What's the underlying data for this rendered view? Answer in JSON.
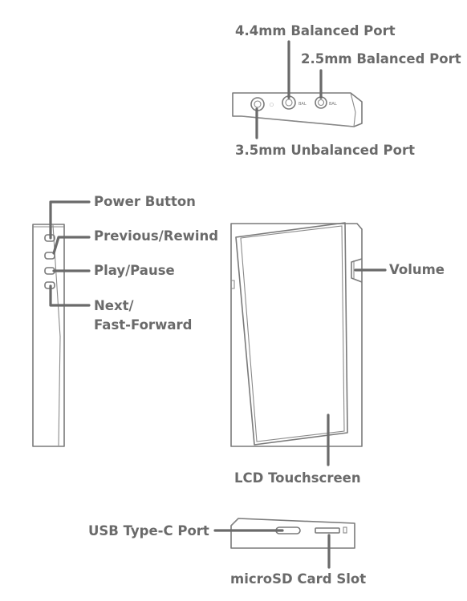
{
  "labels": {
    "port_44": "4.4mm Balanced Port",
    "port_25": "2.5mm Balanced Port",
    "port_35": "3.5mm Unbalanced Port",
    "power": "Power Button",
    "previous": "Previous/Rewind",
    "play": "Play/Pause",
    "next_line1": "Next/",
    "next_line2": "Fast-Forward",
    "volume": "Volume",
    "lcd": "LCD Touchscreen",
    "usb": "USB Type-C Port",
    "microsd": "microSD Card Slot"
  },
  "colors": {
    "label": "#6a6a6a",
    "outline": "#7a7a7a",
    "background": "#ffffff"
  }
}
